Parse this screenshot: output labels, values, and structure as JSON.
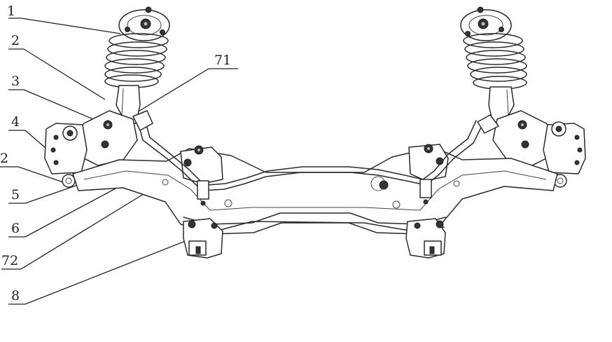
{
  "figure": {
    "callouts": [
      {
        "id": "c1",
        "label": "1"
      },
      {
        "id": "c2a",
        "label": "2"
      },
      {
        "id": "c3",
        "label": "3"
      },
      {
        "id": "c4",
        "label": "4"
      },
      {
        "id": "c2b",
        "label": "2"
      },
      {
        "id": "c5",
        "label": "5"
      },
      {
        "id": "c6",
        "label": "6"
      },
      {
        "id": "c72",
        "label": "72"
      },
      {
        "id": "c8",
        "label": "8"
      },
      {
        "id": "c71",
        "label": "71"
      }
    ]
  }
}
